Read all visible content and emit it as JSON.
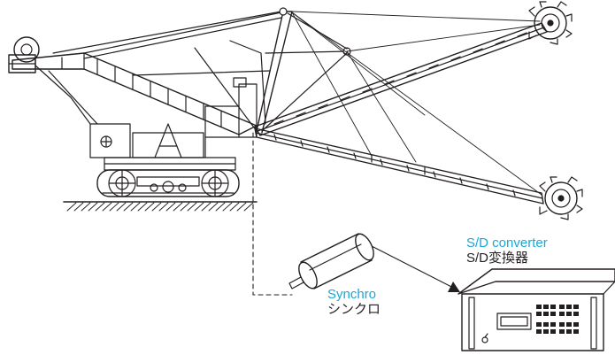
{
  "labels": {
    "converter_en": "S/D converter",
    "converter_jp": "S/D変換器",
    "synchro_en": "Synchro",
    "synchro_jp": "シンクロ"
  },
  "colors": {
    "accent": "#1aa7d8",
    "line": "#231f20",
    "background": "#ffffff"
  },
  "components": [
    "bucket-wheel-excavator",
    "synchro",
    "s-d-converter"
  ]
}
